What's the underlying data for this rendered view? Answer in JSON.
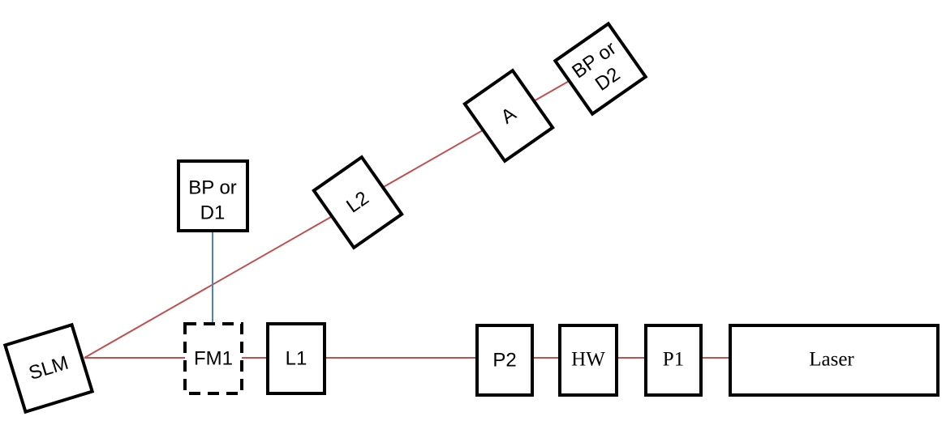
{
  "diagram": {
    "components": {
      "slm": "SLM",
      "fm1": "FM1",
      "l1": "L1",
      "l2": "L2",
      "a": "A",
      "p1": "P1",
      "p2": "P2",
      "hw": "HW",
      "laser": "Laser",
      "bp_d1_line1": "BP or",
      "bp_d1_line2": "D1",
      "bp_d2_line1": "BP or",
      "bp_d2_line2": "D2"
    },
    "colors": {
      "beam": "#c0504d",
      "detector_path": "#4f81bd",
      "outline": "#000000"
    }
  }
}
